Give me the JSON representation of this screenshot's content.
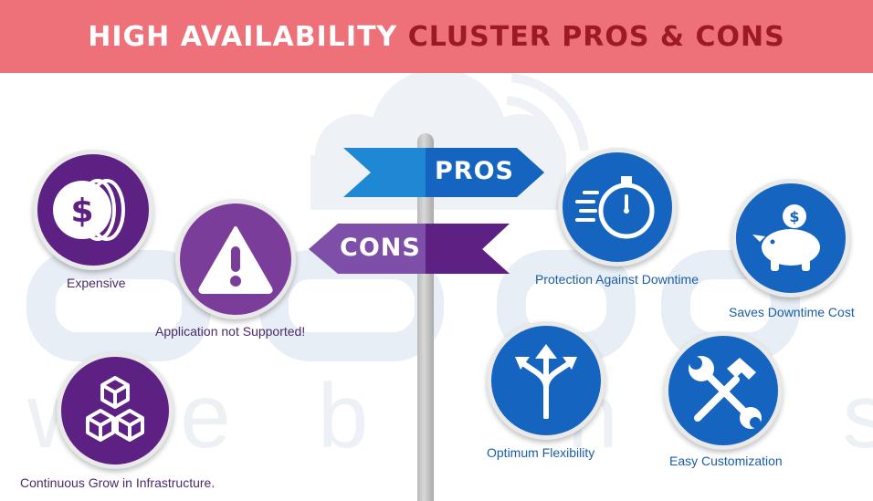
{
  "banner": {
    "title_white": "HIGH AVAILABILITY",
    "title_accent": "CLUSTER PROS & CONS"
  },
  "watermark": {
    "icon": "cloud-wifi-icon",
    "text": "web hosting"
  },
  "signpost": {
    "pros_label": "PROS",
    "cons_label": "CONS"
  },
  "cons": [
    {
      "label": "Expensive",
      "icon": "dollar-coins-icon"
    },
    {
      "label": "Application not Supported!",
      "icon": "warning-icon"
    },
    {
      "label": "Continuous Grow in Infrastructure.",
      "icon": "cubes-icon"
    }
  ],
  "pros": [
    {
      "label": "Protection Against Downtime",
      "icon": "stopwatch-icon"
    },
    {
      "label": "Saves Downtime Cost",
      "icon": "piggy-bank-icon"
    },
    {
      "label": "Optimum Flexibility",
      "icon": "split-arrows-icon"
    },
    {
      "label": "Easy Customization",
      "icon": "wrench-hammer-icon"
    }
  ],
  "colors": {
    "banner": "#ee7079",
    "accent": "#9e1a22",
    "cons": "#5c2183",
    "pros": "#1565c0"
  }
}
